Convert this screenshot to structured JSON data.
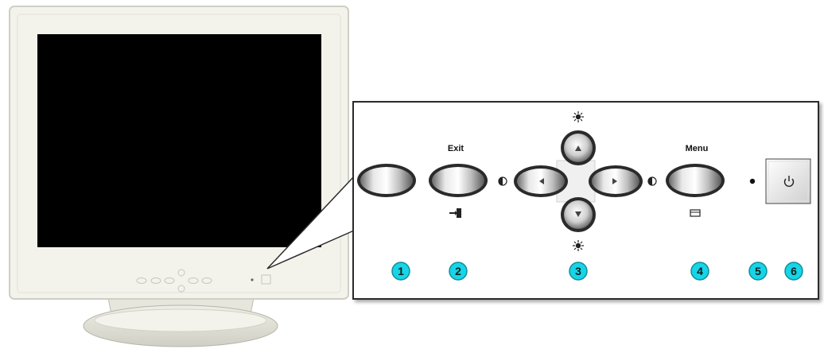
{
  "colors": {
    "bezel": "#f3f3ec",
    "bezel_edge": "#cfcfc5",
    "screen": "#000000",
    "panel_border": "#2b2b2b",
    "badge": "#17d4e6"
  },
  "panel": {
    "exit_label": "Exit",
    "menu_label": "Menu",
    "callouts": [
      "1",
      "2",
      "3",
      "4",
      "5",
      "6"
    ]
  },
  "icons": {
    "exit": "exit-door-icon",
    "brightness_up": "brightness-icon",
    "brightness_down": "brightness-icon",
    "contrast_left": "contrast-icon",
    "contrast_right": "contrast-icon",
    "menu": "menu-window-icon",
    "power": "power-icon"
  }
}
